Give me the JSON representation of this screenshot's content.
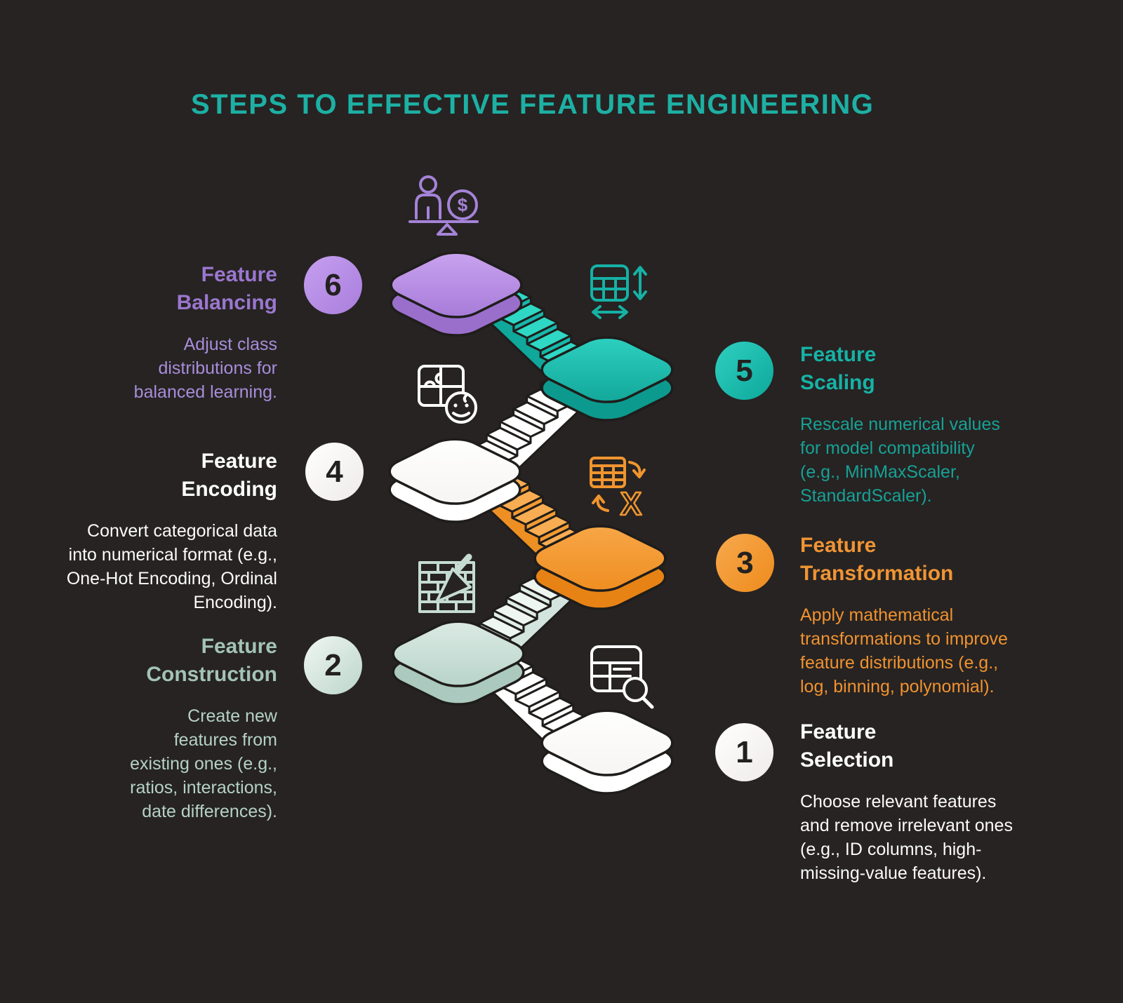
{
  "title": "STEPS TO EFFECTIVE FEATURE ENGINEERING",
  "colors": {
    "background": "#262322",
    "outline": "#1f1d1b",
    "title": "#1db0a4",
    "number_color": "#232120"
  },
  "steps": [
    {
      "number": "1",
      "title": "Feature\nSelection",
      "description": "Choose relevant features\nand remove irrelevant ones\n(e.g., ID columns, high-\nmissing-value features).",
      "icon_name": "table-magnifier-icon",
      "colors": {
        "title_color": "#ffffff",
        "desc_color": "#fbfbfa",
        "circle_from": "#ffffff",
        "circle_to": "#eeebe8",
        "icon": "#ffffff",
        "platform_top": [
          "#ffffff",
          "#f6f4f2"
        ],
        "platform_side": "#ffffff",
        "stair_tread": "#ffffff",
        "stair_riser": "#ffffff",
        "stair_band": "#ffffff"
      }
    },
    {
      "number": "2",
      "title": "Feature\nConstruction",
      "description": "Create new\nfeatures from\nexisting ones (e.g.,\nratios, interactions,\ndate differences).",
      "icon_name": "brick-wall-trowel-icon",
      "colors": {
        "title_color": "#a3c3b6",
        "desc_color": "#b6d1c6",
        "circle_from": "#f0f6f3",
        "circle_to": "#bcd6cb",
        "icon": "#c6dcd2",
        "platform_top": [
          "#deece6",
          "#b5d2c8"
        ],
        "platform_side": "#abc9be",
        "stair_tread": "#eef6f2",
        "stair_riser": "#dfede7",
        "stair_band": "#d2e4dd"
      }
    },
    {
      "number": "3",
      "title": "Feature\nTransformation",
      "description": "Apply mathematical\ntransformations to improve\nfeature distributions (e.g.,\nlog, binning, polynomial).",
      "icon_name": "table-transform-x-icon",
      "colors": {
        "title_color": "#f09434",
        "desc_color": "#f0922f",
        "circle_from": "#f7a94e",
        "circle_to": "#ee8b1c",
        "icon": "#f0952f",
        "platform_top": [
          "#f8a84a",
          "#ee8c1e"
        ],
        "platform_side": "#e78315",
        "stair_tread": "#f8ad52",
        "stair_riser": "#f29a32",
        "stair_band": "#ee8f24"
      }
    },
    {
      "number": "4",
      "title": "Feature\nEncoding",
      "description": "Convert categorical data\ninto numerical format (e.g.,\nOne-Hot Encoding, Ordinal\nEncoding).",
      "icon_name": "puzzle-smiley-icon",
      "colors": {
        "title_color": "#ffffff",
        "desc_color": "#fbfbfa",
        "circle_from": "#ffffff",
        "circle_to": "#eeebe8",
        "icon": "#ffffff",
        "platform_top": [
          "#ffffff",
          "#f6f4f2"
        ],
        "platform_side": "#ffffff",
        "stair_tread": "#ffffff",
        "stair_riser": "#ffffff",
        "stair_band": "#ffffff"
      }
    },
    {
      "number": "5",
      "title": "Feature\nScaling",
      "description": "Rescale numerical values\nfor model compatibility\n(e.g., MinMaxScaler,\nStandardScaler).",
      "icon_name": "table-resize-arrows-icon",
      "colors": {
        "title_color": "#17b2a6",
        "desc_color": "#17a196",
        "circle_from": "#2fd0c0",
        "circle_to": "#0da89b",
        "icon": "#16b1a5",
        "platform_top": [
          "#30d3c2",
          "#10a497"
        ],
        "platform_side": "#0d9a8e",
        "stair_tread": "#2ed8c4",
        "stair_riser": "#17b7aa",
        "stair_band": "#0fa89b"
      }
    },
    {
      "number": "6",
      "title": "Feature\nBalancing",
      "description": "Adjust class\ndistributions for\nbalanced learning.",
      "icon_name": "person-money-balance-icon",
      "colors": {
        "title_color": "#9b77d0",
        "desc_color": "#a88dda",
        "circle_from": "#c59ff0",
        "circle_to": "#a97edc",
        "icon": "#a583d8",
        "platform_top": [
          "#cba6f1",
          "#a478d7"
        ],
        "platform_side": "#9a6fcc",
        "stair_tread": "#2ed8c4",
        "stair_riser": "#17b7aa",
        "stair_band": "#0fa89b"
      }
    }
  ]
}
